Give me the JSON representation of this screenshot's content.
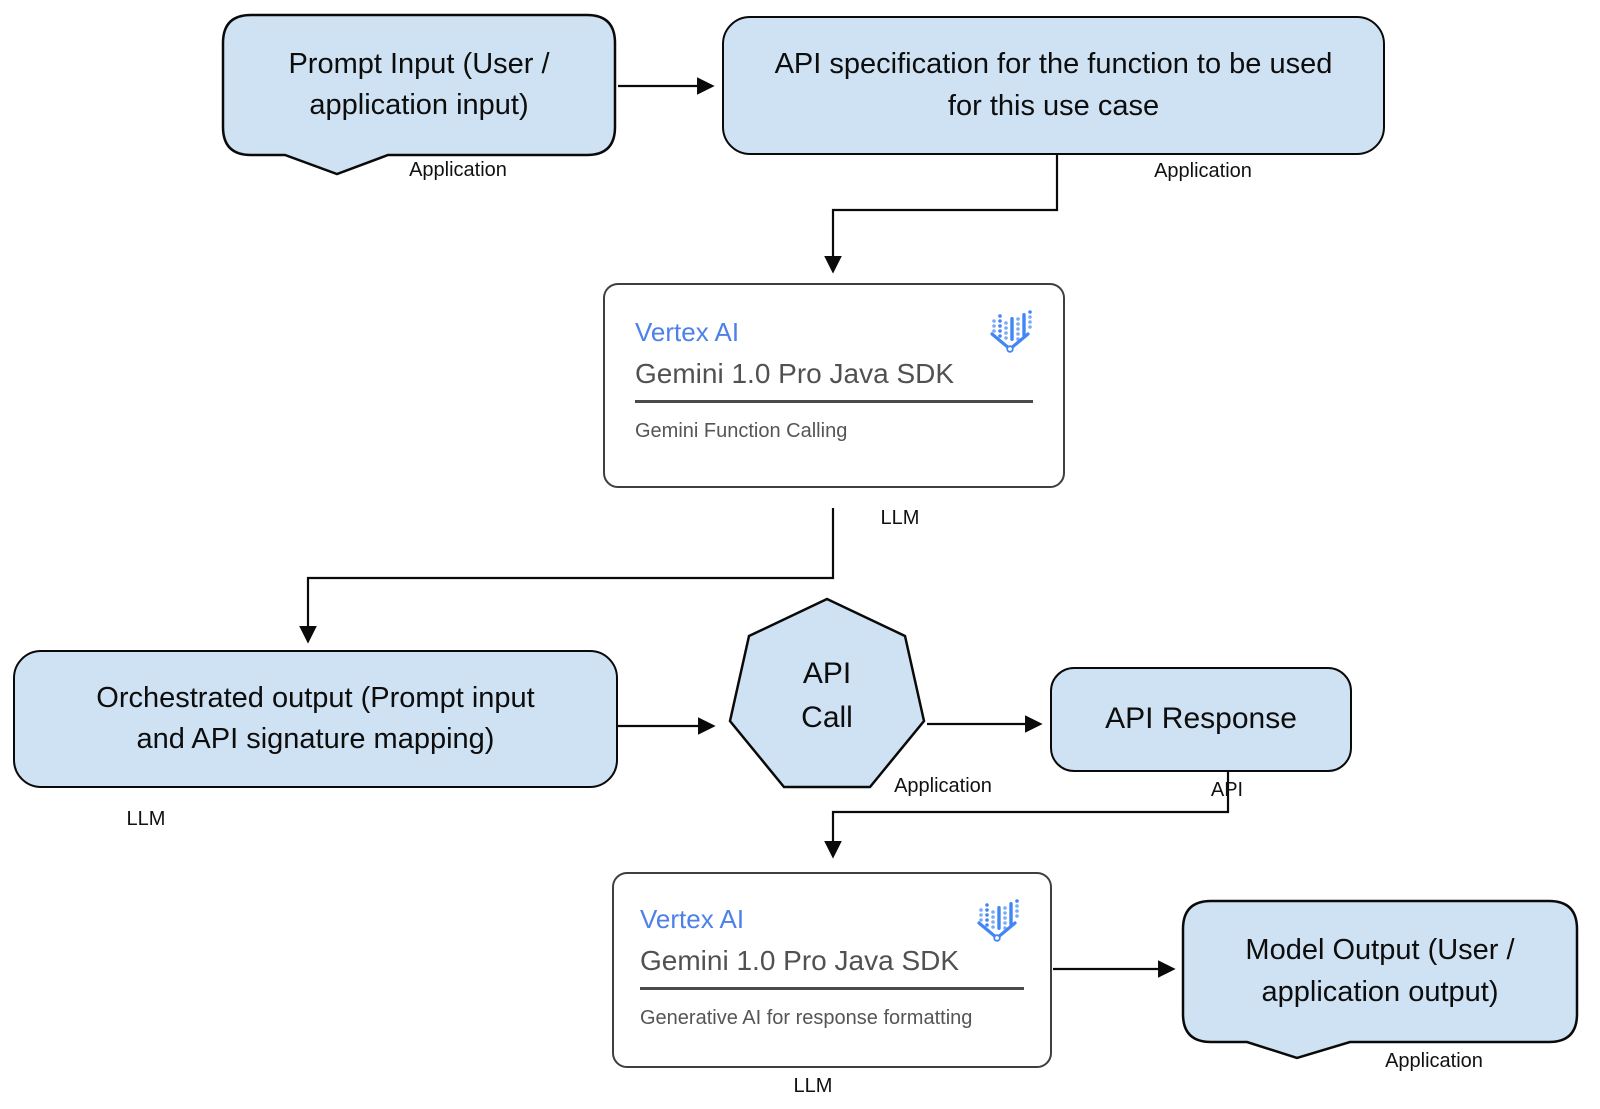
{
  "diagram_title": "Gemini function calling flow",
  "nodes": {
    "prompt_input": {
      "label": "Prompt Input (User / application input)",
      "tag": "Application",
      "shape": "speech-bubble"
    },
    "api_spec": {
      "label": "API specification for the function to be used for this use case",
      "tag": "Application",
      "shape": "rounded-rect"
    },
    "gemini_function_calling": {
      "title": "Vertex AI",
      "subtitle": "Gemini 1.0 Pro Java SDK",
      "caption": "Gemini Function Calling",
      "tag": "LLM",
      "icon": "vertex-ai-icon",
      "shape": "card"
    },
    "orchestrated_output": {
      "label": "Orchestrated output (Prompt input and API signature mapping)",
      "tag": "LLM",
      "shape": "rounded-rect"
    },
    "api_call": {
      "label": "API Call",
      "tag": "Application",
      "shape": "heptagon"
    },
    "api_response": {
      "label": "API Response",
      "tag": "API",
      "shape": "rounded-rect"
    },
    "gemini_response_formatting": {
      "title": "Vertex AI",
      "subtitle": "Gemini 1.0 Pro Java SDK",
      "caption": "Generative AI for response formatting",
      "tag": "LLM",
      "icon": "vertex-ai-icon",
      "shape": "card"
    },
    "model_output": {
      "label": "Model Output (User / application output)",
      "tag": "Application",
      "shape": "speech-bubble"
    }
  },
  "edges": [
    "prompt_input -> api_spec",
    "api_spec -> gemini_function_calling",
    "gemini_function_calling -> orchestrated_output",
    "orchestrated_output -> api_call",
    "api_call -> api_response",
    "api_response -> gemini_response_formatting",
    "gemini_response_formatting -> model_output"
  ],
  "colors": {
    "node_fill": "#cfe2f3",
    "node_border": "#0a0a0a",
    "connector": "#0a0a0a",
    "card_border": "#3f3f3f",
    "card_background": "#ffffff",
    "vertex_blue": "#4d80e8",
    "icon_blue": "#4285f4",
    "icon_light_blue": "#7baaf7",
    "card_text_gray": "#515151"
  }
}
